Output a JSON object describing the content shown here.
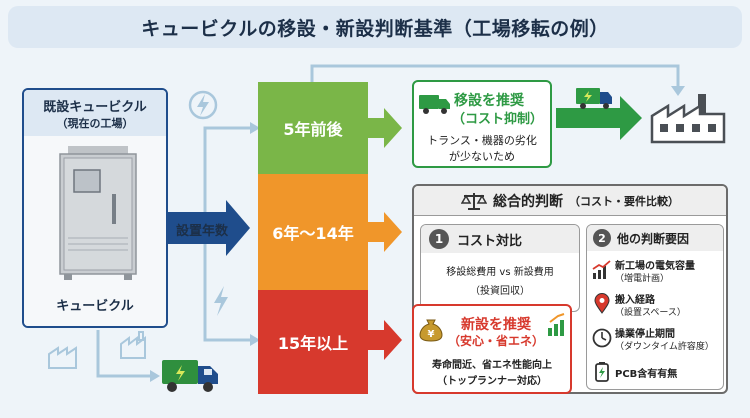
{
  "title": "キュービクルの移設・新設判断基準（工場移転の例）",
  "existing": {
    "heading_line1": "既設キュービクル",
    "heading_line2": "（現在の工場）",
    "caption": "キュービクル"
  },
  "flow_label": "設置年数",
  "bands": {
    "short": "5年前後",
    "mid": "6年〜14年",
    "long": "15年以上"
  },
  "relocate": {
    "title_line1": "移設を推奨",
    "title_line2": "（コスト抑制）",
    "desc_line1": "トランス・機器の劣化",
    "desc_line2": "が少ないため"
  },
  "judgment": {
    "title": "総合的判断",
    "subtitle": "（コスト・要件比較）",
    "cost": {
      "num": "1",
      "title": "コスト対比",
      "desc_line1": "移設総費用 vs 新設費用",
      "desc_line2": "（投資回収）"
    },
    "other": {
      "num": "2",
      "title": "他の判断要因",
      "items": [
        {
          "line1": "新工場の電気容量",
          "line2": "（増電計画）"
        },
        {
          "line1": "搬入経路",
          "line2": "（設置スペース）"
        },
        {
          "line1": "操業停止期間",
          "line2": "（ダウンタイム許容度）"
        },
        {
          "line1": "PCB含有有無",
          "line2": ""
        }
      ]
    }
  },
  "newbuild": {
    "title_line1": "新設を推奨",
    "title_line2": "（安心・省エネ）",
    "desc_line1": "寿命間近、省エネ性能向上",
    "desc_line2": "（トップランナー対応）"
  },
  "colors": {
    "green": "#7ab648",
    "orange": "#f0962a",
    "red": "#d7392d",
    "navy": "#1f4d8c",
    "dark_green": "#2e9a44",
    "gray_header": "#6b6b6b"
  }
}
